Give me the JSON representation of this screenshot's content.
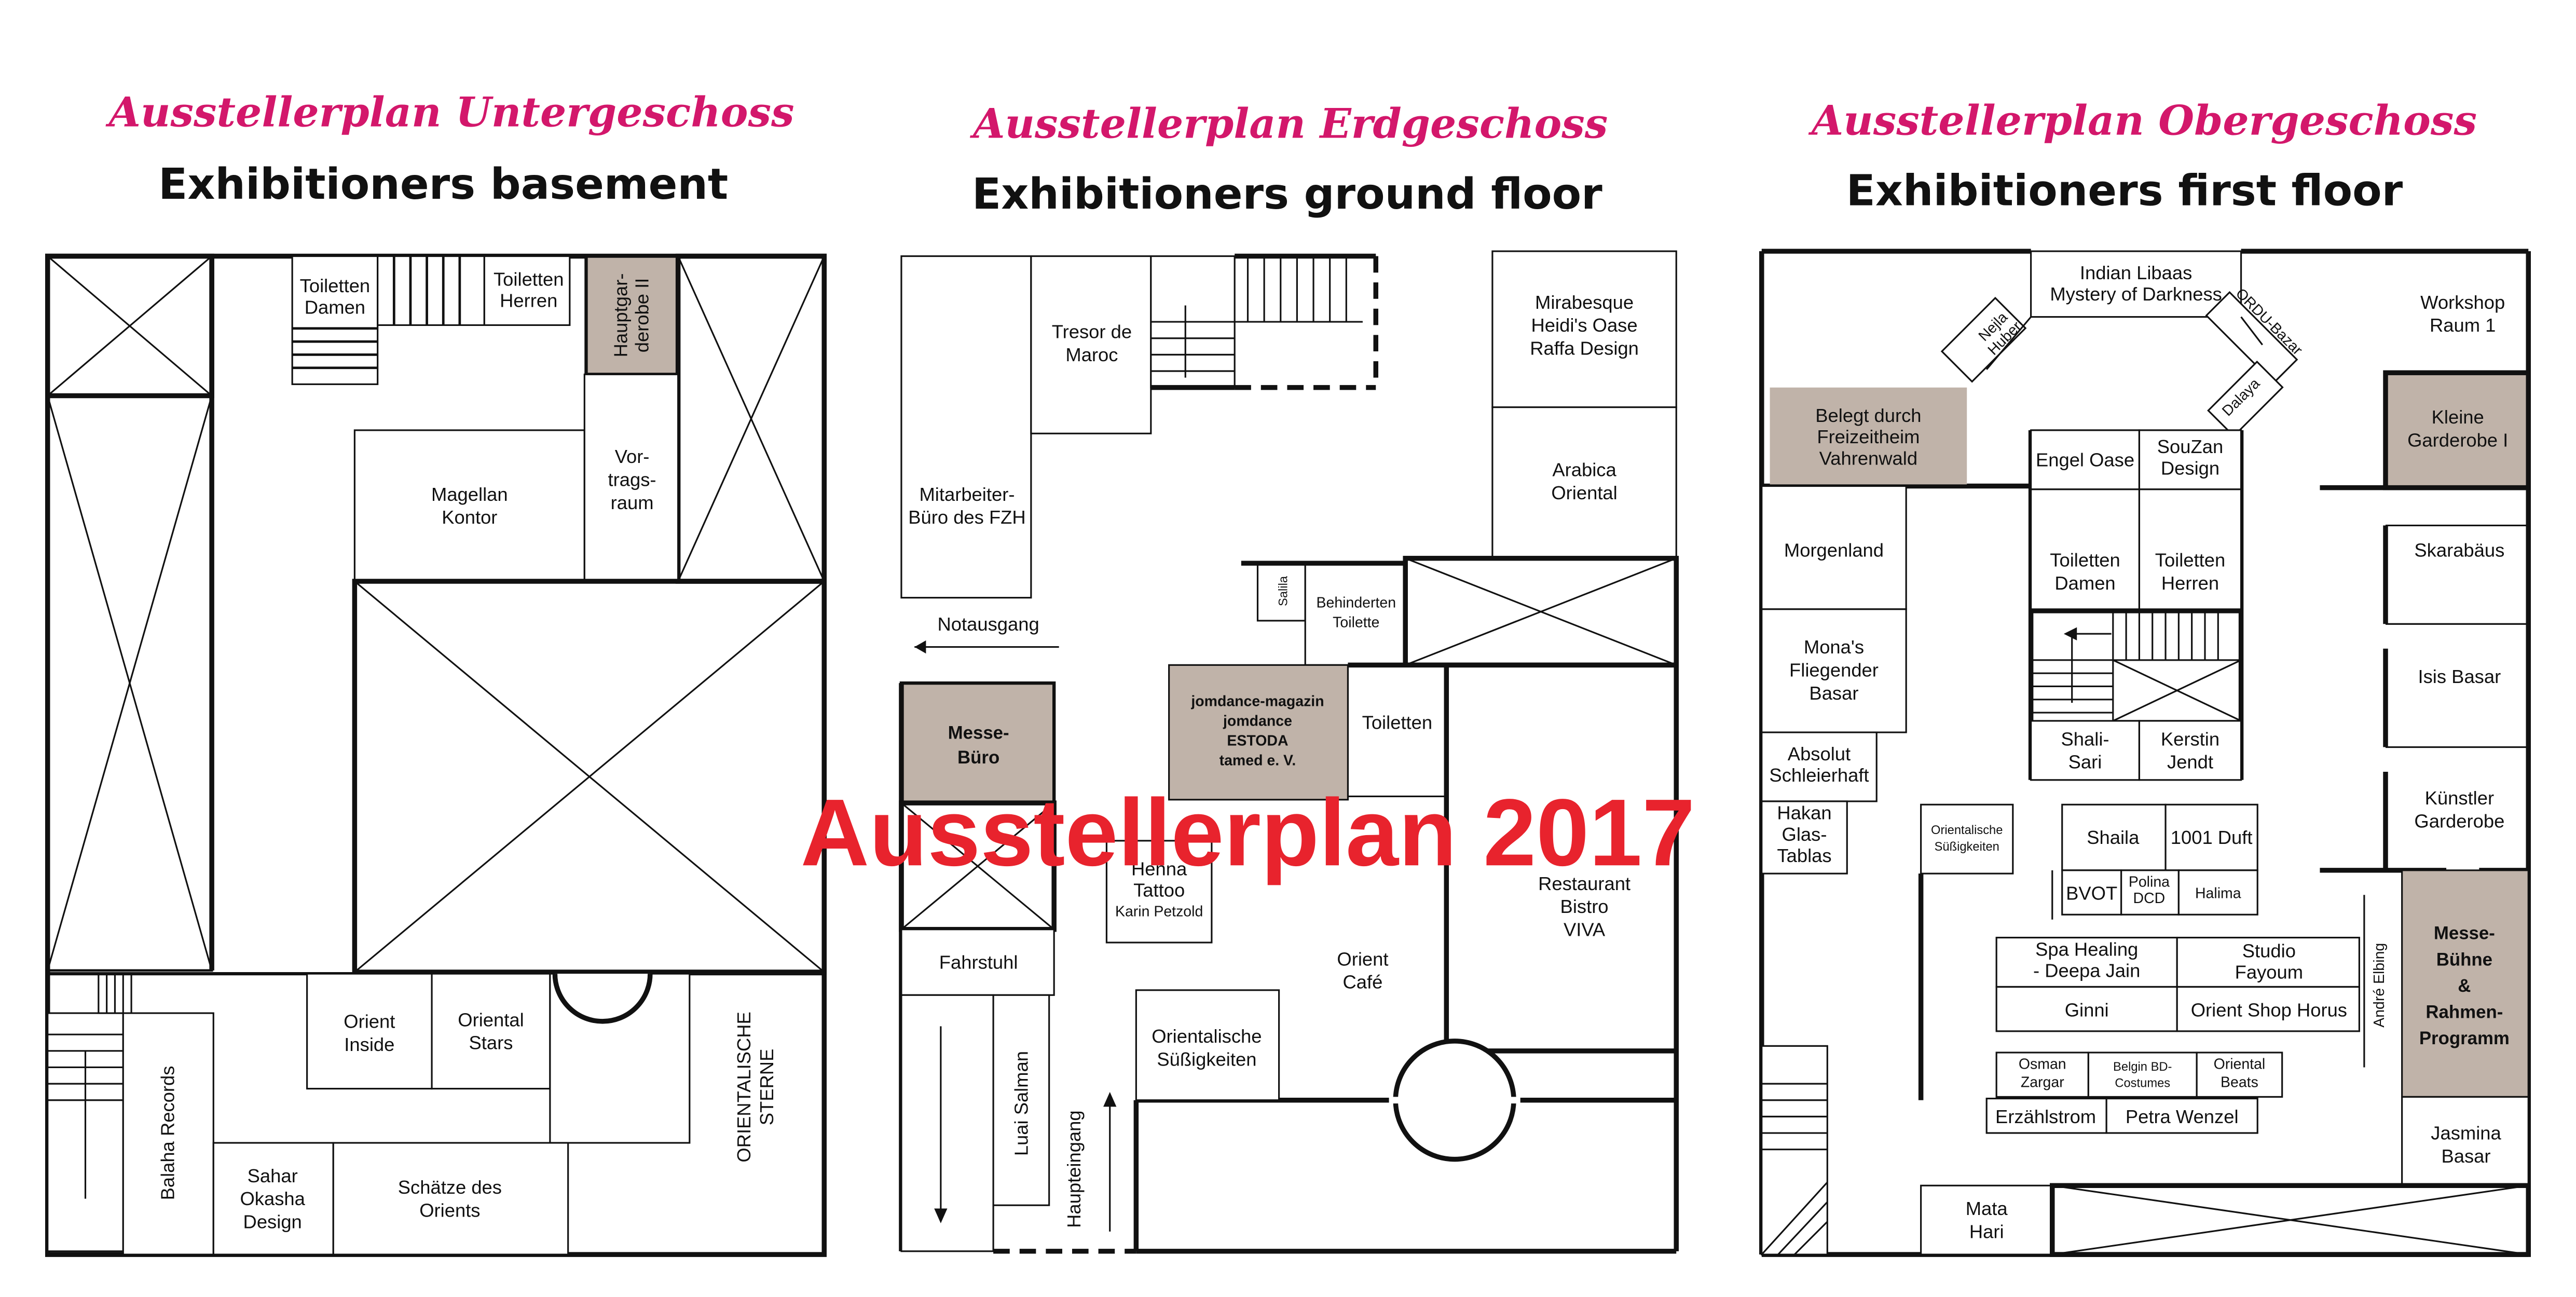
{
  "overlay_title": "Ausstellerplan 2017",
  "colors": {
    "title_pink": "#d3176b",
    "overlay_red": "#e8232d",
    "occupied_fill": "#c0b3a9",
    "wall": "#111111"
  },
  "basement": {
    "title": "Ausstellerplan Untergeschoss",
    "subtitle": "Exhibitioners basement",
    "rooms": {
      "toilet_women": [
        "Toiletten",
        "Damen"
      ],
      "toilet_men": [
        "Toiletten",
        "Herren"
      ],
      "cloakroom": [
        "Hauptgar-",
        "derobe II"
      ],
      "magellan": [
        "Magellan",
        "Kontor"
      ],
      "lecture": [
        "Vor-",
        "trags-",
        "raum"
      ],
      "orient_inside": [
        "Orient",
        "Inside"
      ],
      "oriental_stars": [
        "Oriental",
        "Stars"
      ],
      "balaha": "Balaha Records",
      "sahar": [
        "Sahar",
        "Okasha",
        "Design"
      ],
      "schaetze": [
        "Schätze des",
        "Orients"
      ],
      "sterne": [
        "ORIENTALISCHE",
        "STERNE"
      ]
    }
  },
  "ground": {
    "title": "Ausstellerplan Erdgeschoss",
    "subtitle": "Exhibitioners ground floor",
    "rooms": {
      "tresor": [
        "Tresor de",
        "Maroc"
      ],
      "mitarbeiter": [
        "Mitarbeiter-",
        "Büro des FZH"
      ],
      "mirabesque": [
        "Mirabesque",
        "Heidi's Oase",
        "Raffa Design"
      ],
      "arabica": [
        "Arabica",
        "Oriental"
      ],
      "notausgang": "Notausgang",
      "salila": "Salila",
      "behinderten": [
        "Behinderten",
        "Toilette"
      ],
      "messe_buero": [
        "Messe-",
        "Büro"
      ],
      "jomdance": [
        "jomdance-magazin",
        "jomdance",
        "ESTODA",
        "tamed e. V."
      ],
      "toiletten": "Toiletten",
      "henna": [
        "Henna",
        "Tattoo",
        "Karin Petzold"
      ],
      "restaurant": [
        "Restaurant",
        "Bistro",
        "VIVA"
      ],
      "orient_cafe": [
        "Orient",
        "Café"
      ],
      "fahrstuhl": "Fahrstuhl",
      "luai": "Luai Salman",
      "suessigkeiten": [
        "Orientalische",
        "Süßigkeiten"
      ],
      "haupteingang": "Haupteingang"
    }
  },
  "first": {
    "title": "Ausstellerplan Obergeschoss",
    "subtitle": "Exhibitioners first floor",
    "rooms": {
      "indian": [
        "Indian Libaas",
        "Mystery of Darkness"
      ],
      "nejla": [
        "Nejla",
        "Huber"
      ],
      "ordu": "ORDU-Bazar",
      "dalaya": "Dalaya",
      "workshop": [
        "Workshop",
        "Raum 1"
      ],
      "belegt": [
        "Belegt durch",
        "Freizeitheim",
        "Vahrenwald"
      ],
      "engel": "Engel Oase",
      "souzan": [
        "SouZan",
        "Design"
      ],
      "kleine_garderobe": [
        "Kleine",
        "Garderobe I"
      ],
      "morgenland": "Morgenland",
      "toilet_women": [
        "Toiletten",
        "Damen"
      ],
      "toilet_men": [
        "Toiletten",
        "Herren"
      ],
      "skarabaeus": "Skarabäus",
      "monas": [
        "Mona's",
        "Fliegender",
        "Basar"
      ],
      "isis": "Isis Basar",
      "shali": [
        "Shali-",
        "Sari"
      ],
      "kerstin": [
        "Kerstin",
        "Jendt"
      ],
      "absolut": [
        "Absolut",
        "Schleierhaft"
      ],
      "kuenstler": [
        "Künstler",
        "Garderobe"
      ],
      "hakan": [
        "Hakan",
        "Glas-",
        "Tablas"
      ],
      "oriental_sweets": [
        "Orientalische",
        "Süßigkeiten"
      ],
      "shaila": "Shaila",
      "duft": "1001 Duft",
      "bvot": "BVOT",
      "polina": [
        "Polina",
        "DCD"
      ],
      "halima": "Halima",
      "spa": [
        "Spa Healing",
        "- Deepa Jain"
      ],
      "studio": [
        "Studio",
        "Fayoum"
      ],
      "ginni": "Ginni",
      "orient_shop": "Orient Shop Horus",
      "andre": "André Elbing",
      "buehne": [
        "Messe-",
        "Bühne",
        "&",
        "Rahmen-",
        "Programm"
      ],
      "osman": [
        "Osman",
        "Zargar"
      ],
      "belgin": [
        "Belgin BD-",
        "Costumes"
      ],
      "oriental_beats": [
        "Oriental",
        "Beats"
      ],
      "erzaehlstrom": "Erzählstrom",
      "petra": "Petra Wenzel",
      "jasmina": [
        "Jasmina",
        "Basar"
      ],
      "mata": [
        "Mata",
        "Hari"
      ]
    }
  }
}
